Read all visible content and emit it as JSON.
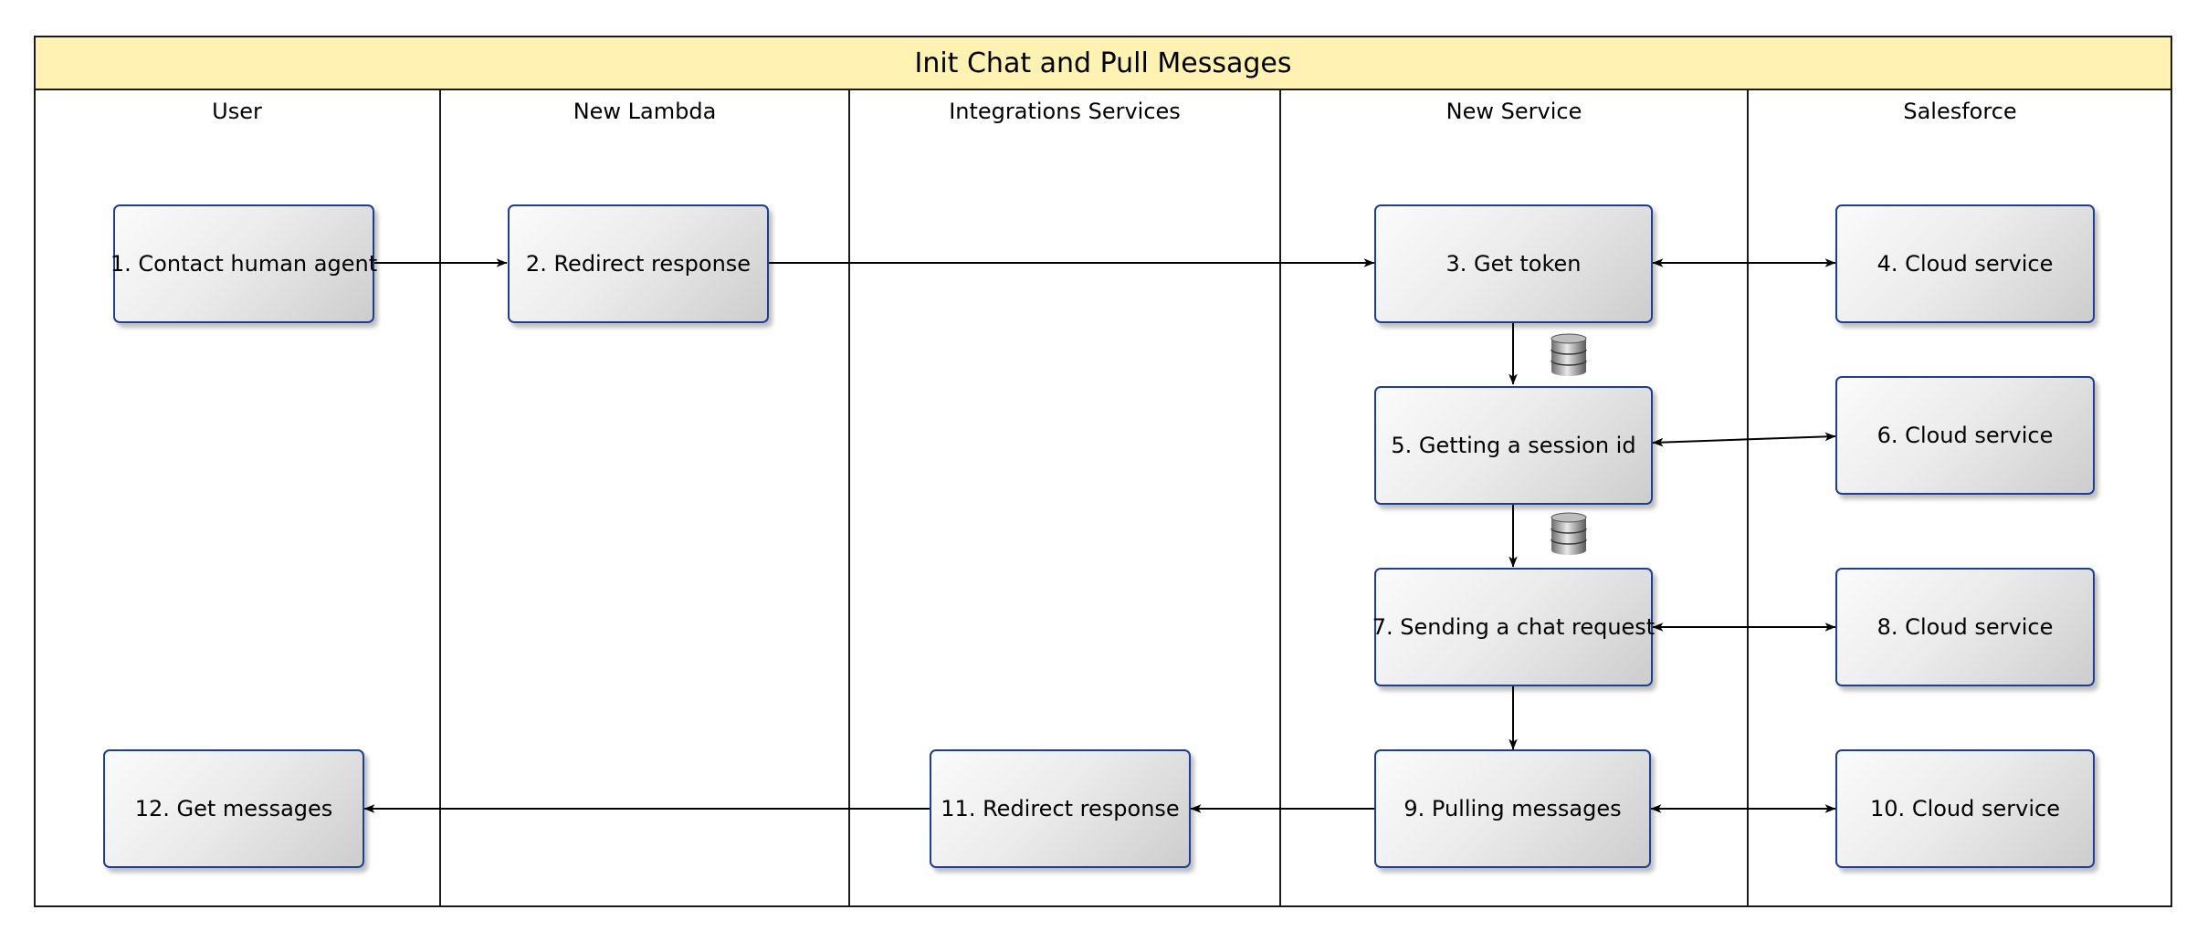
{
  "diagram": {
    "title": "Init Chat and Pull Messages",
    "lanes": [
      "User",
      "New Lambda",
      "Integrations Services",
      "New Service",
      "Salesforce"
    ],
    "nodes": [
      {
        "id": "n1",
        "label": "1. Contact human agent"
      },
      {
        "id": "n2",
        "label": "2. Redirect response"
      },
      {
        "id": "n3",
        "label": "3. Get token"
      },
      {
        "id": "n4",
        "label": "4. Cloud service"
      },
      {
        "id": "n5",
        "label": "5. Getting a session id"
      },
      {
        "id": "n6",
        "label": "6. Cloud service"
      },
      {
        "id": "n7",
        "label": "7. Sending a chat request"
      },
      {
        "id": "n8",
        "label": "8. Cloud service"
      },
      {
        "id": "n9",
        "label": "9. Pulling messages"
      },
      {
        "id": "n10",
        "label": "10. Cloud service"
      },
      {
        "id": "n11",
        "label": "11. Redirect response"
      },
      {
        "id": "n12",
        "label": "12. Get messages"
      }
    ],
    "edges": [
      {
        "from": "n1",
        "to": "n2",
        "direction": "forward"
      },
      {
        "from": "n2",
        "to": "n3",
        "direction": "forward"
      },
      {
        "from": "n3",
        "to": "n4",
        "direction": "both"
      },
      {
        "from": "n3",
        "to": "n5",
        "direction": "forward"
      },
      {
        "from": "n5",
        "to": "n6",
        "direction": "both"
      },
      {
        "from": "n5",
        "to": "n7",
        "direction": "forward"
      },
      {
        "from": "n7",
        "to": "n8",
        "direction": "both"
      },
      {
        "from": "n7",
        "to": "n9",
        "direction": "forward"
      },
      {
        "from": "n9",
        "to": "n10",
        "direction": "both"
      },
      {
        "from": "n9",
        "to": "n11",
        "direction": "forward"
      },
      {
        "from": "n11",
        "to": "n12",
        "direction": "forward"
      }
    ],
    "icons": [
      "database-icon",
      "database-icon"
    ],
    "colors": {
      "title_fill": "#fff2b3",
      "node_border": "#1d3f93",
      "line": "#000000"
    }
  }
}
